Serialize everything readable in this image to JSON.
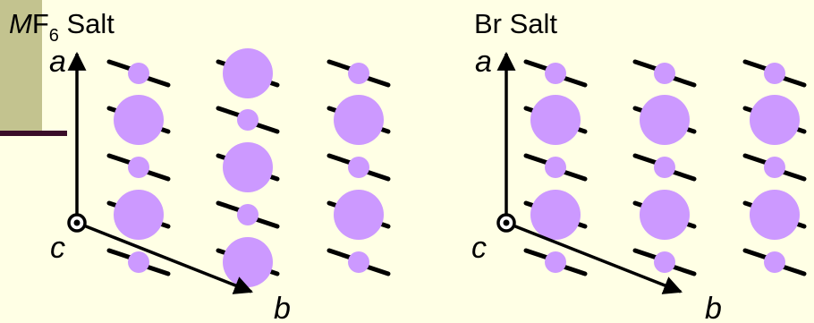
{
  "colors": {
    "background": "#FFFFE5",
    "corner_block": "#C3C38F",
    "corner_rule": "#3A0D28",
    "molecule": "#CC99FF",
    "bond": "#000000"
  },
  "panels": [
    {
      "title_m": "M",
      "title_f": "F",
      "title_sub": "6",
      "title_rest": " Salt",
      "axis_a": "a",
      "axis_b": "b",
      "axis_c": "c",
      "columns": [
        [
          "small",
          "large",
          "small",
          "large",
          "small"
        ],
        [
          "large",
          "small",
          "large",
          "small",
          "large"
        ],
        [
          "small",
          "large",
          "small",
          "large",
          "small"
        ]
      ]
    },
    {
      "title": "Br Salt",
      "axis_a": "a",
      "axis_b": "b",
      "axis_c": "c",
      "columns": [
        [
          "small",
          "large",
          "small",
          "large",
          "small"
        ],
        [
          "small",
          "large",
          "small",
          "large",
          "small"
        ],
        [
          "small",
          "large",
          "small",
          "large",
          "small"
        ]
      ]
    }
  ]
}
